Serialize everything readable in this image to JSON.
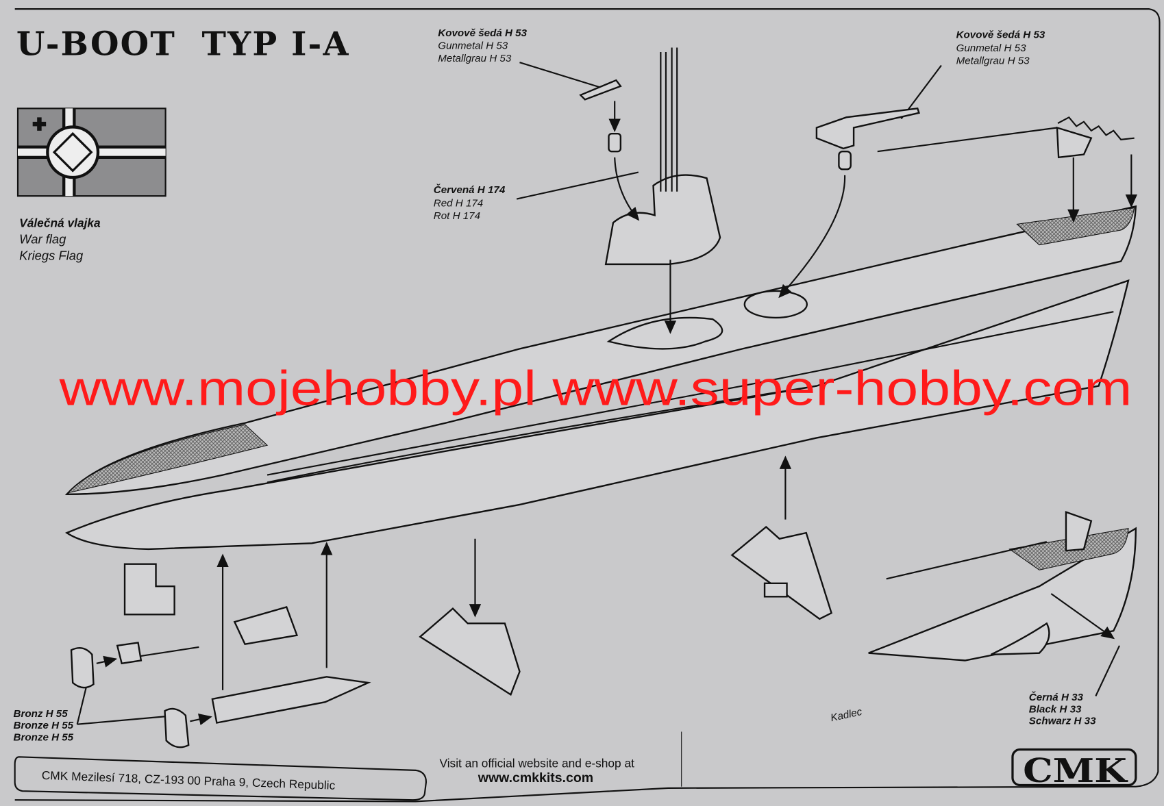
{
  "title": "U-BOOT  TYP I-A",
  "flag": {
    "label_cz": "Válečná vlajka",
    "label_en": "War flag",
    "label_de": "Kriegs Flag"
  },
  "callouts": {
    "gun_small": [
      "Kovově šedá H 53",
      "Gunmetal H 53",
      "Metallgrau H 53"
    ],
    "gun_deck": [
      "Kovově šedá H 53",
      "Gunmetal H 53",
      "Metallgrau H 53"
    ],
    "tower": [
      "Červená H 174",
      "Red H 174",
      "Rot H 174"
    ],
    "propellers": [
      "Bronz H 55",
      "Bronze H 55",
      "Bronze H 55"
    ],
    "cleat": [
      "Černá H 33",
      "Black H 33",
      "Schwarz H 33"
    ]
  },
  "watermark": "www.mojehobby.pl www.super-hobby.com",
  "signature": "Kadlec",
  "footer": {
    "address": "CMK  Mezilesí 718, CZ-193 00 Praha 9, Czech Republic",
    "visit": "Visit an official website and e-shop at",
    "url": "www.cmkkits.com"
  },
  "logo": "CMK",
  "colors": {
    "paper": "#c9c9cb",
    "watermark": "#ff1a1a",
    "ink": "#111111"
  }
}
